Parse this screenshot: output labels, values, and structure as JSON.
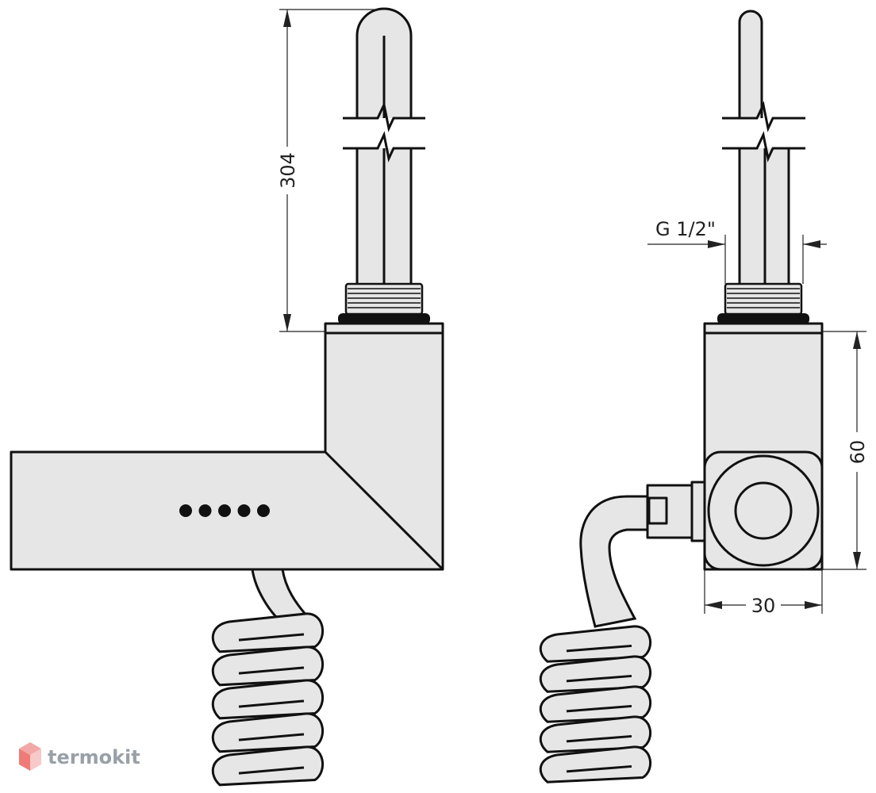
{
  "dimensions": {
    "length": "304",
    "height": "60",
    "width": "30",
    "thread": "G 1/2\""
  },
  "logo": {
    "text": "termokit",
    "colors": {
      "top": "#f2a8a6",
      "left": "#f07a78",
      "right": "#f7c9c8"
    }
  },
  "colors": {
    "body_fill": "#e6e6e6",
    "outline": "#111111",
    "dimension_line": "#222222",
    "indicator_dots": "#111111"
  },
  "indicator": {
    "dot_count": 5
  }
}
